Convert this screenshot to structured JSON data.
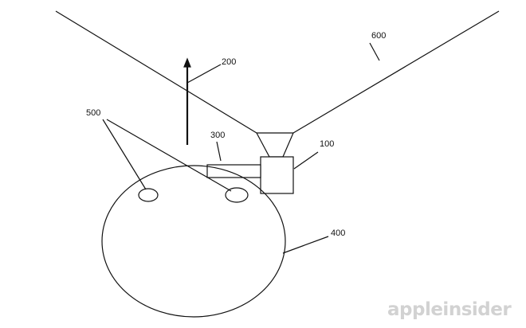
{
  "labels": {
    "device": "100",
    "arrow": "200",
    "arm": "300",
    "surface": "400",
    "spots": "500",
    "field": "600"
  },
  "watermark": "appleinsider"
}
